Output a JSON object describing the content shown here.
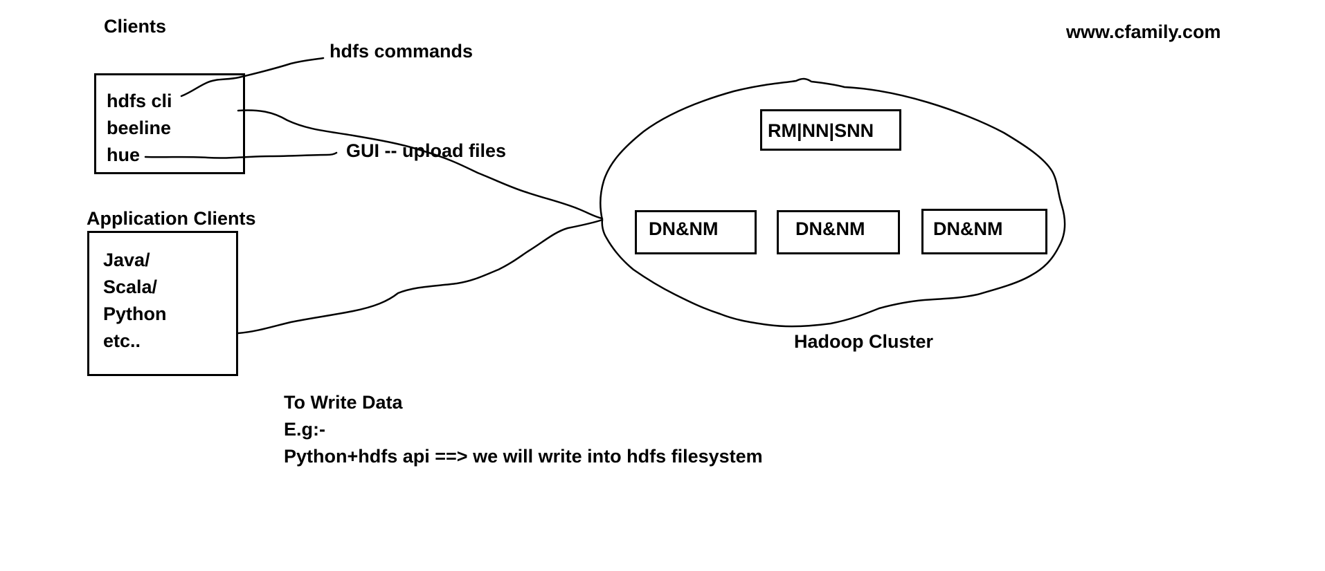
{
  "header": {
    "clients_title": "Clients",
    "website": "www.cfamily.com"
  },
  "clients_box": {
    "items": [
      "hdfs cli",
      "beeline",
      "hue"
    ]
  },
  "annotations": {
    "hdfs_commands": "hdfs commands",
    "gui_upload": "GUI -- upload files"
  },
  "app_clients": {
    "title": "Application Clients",
    "items": [
      "Java/",
      "Scala/",
      "Python",
      "etc.."
    ]
  },
  "cluster": {
    "master": "RM|NN|SNN",
    "workers": [
      "DN&NM",
      "DN&NM",
      "DN&NM"
    ],
    "label": "Hadoop Cluster"
  },
  "notes": {
    "lines": [
      "To Write Data",
      "E.g:-",
      "Python+hdfs api ==> we will write into hdfs filesystem"
    ]
  },
  "colors": {
    "ink": "#000000",
    "background": "#ffffff"
  }
}
